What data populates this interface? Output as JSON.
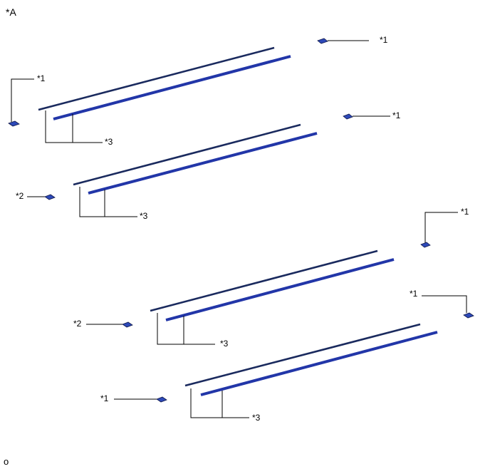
{
  "diagram": {
    "view_label": "*A",
    "footer_code": "o",
    "callouts": {
      "clip": "*1",
      "clip_variant": "*2",
      "moulding": "*3"
    },
    "colors": {
      "line": "#000000",
      "strip_dark": "#1a2a5e",
      "strip_blue": "#2236a8",
      "clip_blue": "#2d49b8"
    }
  }
}
